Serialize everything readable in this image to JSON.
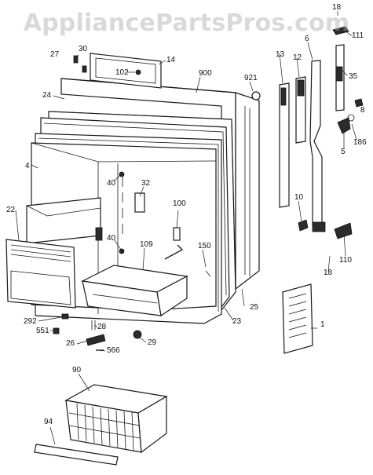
{
  "watermark": "AppliancePartsPros.com",
  "callouts": [
    "18",
    "27",
    "30",
    "14",
    "900",
    "921",
    "102",
    "13",
    "12",
    "6",
    "35",
    "111",
    "24",
    "8",
    "186",
    "5",
    "4",
    "32",
    "40",
    "40",
    "100",
    "10",
    "22",
    "109",
    "150",
    "18",
    "110",
    "25",
    "23",
    "1",
    "292",
    "551",
    "28",
    "26",
    "566",
    "29",
    "90",
    "94"
  ]
}
